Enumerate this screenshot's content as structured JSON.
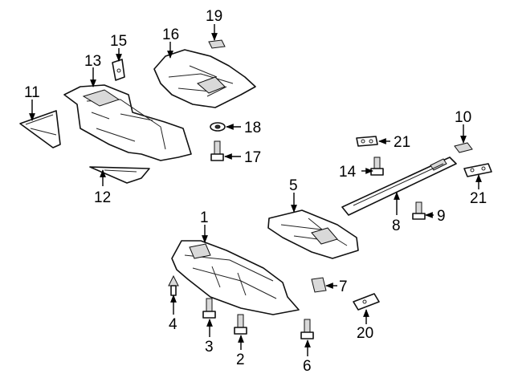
{
  "callouts": {
    "c1": "1",
    "c2": "2",
    "c3": "3",
    "c4": "4",
    "c5": "5",
    "c6": "6",
    "c7": "7",
    "c8": "8",
    "c9": "9",
    "c10": "10",
    "c11": "11",
    "c12": "12",
    "c13": "13",
    "c14": "14",
    "c15": "15",
    "c16": "16",
    "c17": "17",
    "c18": "18",
    "c19": "19",
    "c20": "20",
    "c21a": "21",
    "c21b": "21"
  }
}
